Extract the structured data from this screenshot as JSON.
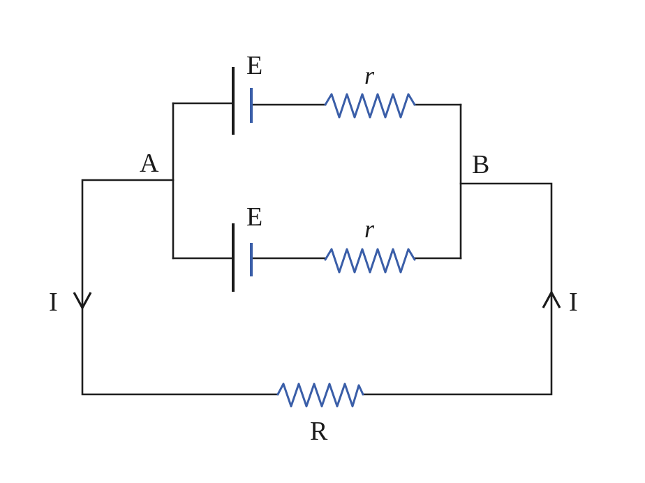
{
  "labels": {
    "node_a": "A",
    "node_b": "B",
    "emf_top": "E",
    "emf_bottom": "E",
    "internal_r_top": "r",
    "internal_r_bottom": "r",
    "external_r": "R",
    "current_left": "I",
    "current_right": "I"
  },
  "colors": {
    "wire": "#1e1e1e",
    "resistor": "#3a5ea8",
    "cell_short_plate": "#3a5ea8",
    "text": "#1a1a1a",
    "background": "#ffffff"
  }
}
